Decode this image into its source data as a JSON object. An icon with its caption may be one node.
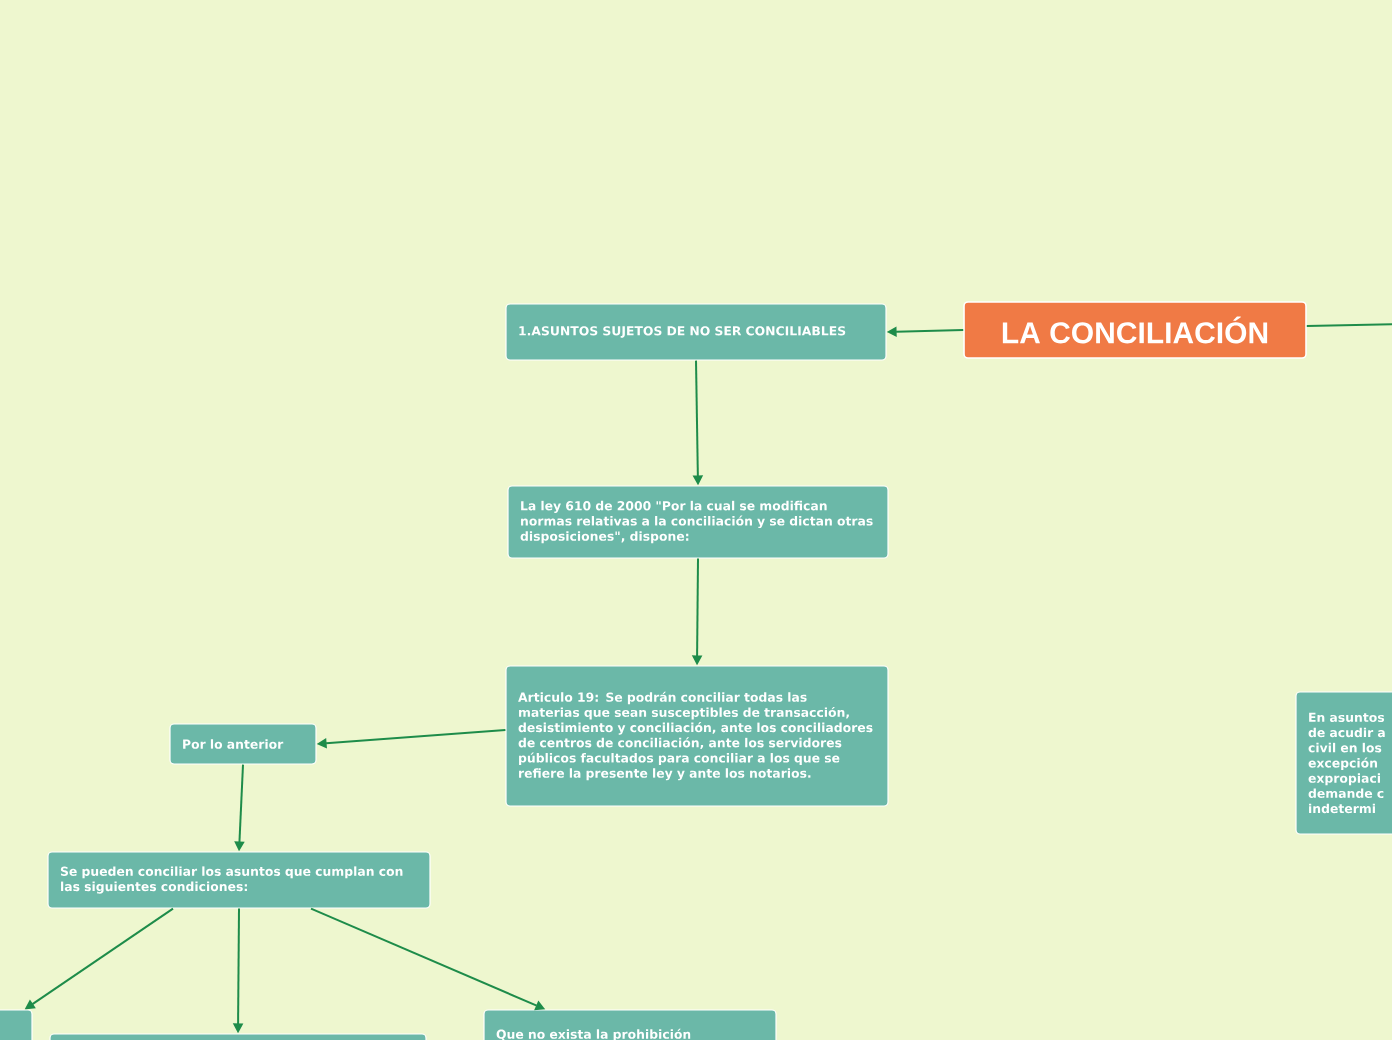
{
  "diagram": {
    "nodes": [
      {
        "text": [
          "LA CONCILIACIÓN"
        ]
      },
      {
        "text": [
          "1.ASUNTOS SUJETOS DE NO SER CONCILIABLES"
        ]
      },
      {
        "text": [
          "La ley 610 de 2000 \"Por la cual se modifican normas relativas a la conciliación y se dictan otras disposiciones\", dispone:"
        ]
      },
      {
        "text": [
          "Articulo 19: Se podrán conciliar todas las materias que sean susceptibles de transacción, desistimiento y conciliación, ante los conciliadores de centros de conciliación, ante los servidores públicos facultados para conciliar a los que se refiere la presente ley y ante los notarios."
        ]
      },
      {
        "text": [
          "Por lo anterior"
        ]
      },
      {
        "text": [
          "Se pueden conciliar los asuntos que cumplan con las siguientes condiciones:"
        ]
      },
      {
        "text": [],
        "shape": "box"
      },
      {
        "text": [],
        "shape": "box"
      },
      {
        "text": [
          "Que no exista la prohibición"
        ]
      },
      {
        "text": [
          "En asuntos de acudir a civil en los excepción expropiaci demande c indetermi"
        ]
      }
    ],
    "edges": [
      {
        "from": 0,
        "to": 1,
        "arrow": "to"
      },
      {
        "from": 1,
        "to": 2,
        "arrow": "to"
      },
      {
        "from": 2,
        "to": 3,
        "arrow": "to"
      },
      {
        "from": 3,
        "to": 4,
        "arrow": "to"
      },
      {
        "from": 4,
        "to": 5,
        "arrow": "to"
      },
      {
        "from": 5,
        "to": 7,
        "arrow": "to"
      },
      {
        "from": 5,
        "to": 8,
        "arrow": "to"
      },
      {
        "from": 5,
        "to": 6,
        "arrow": "to"
      },
      {
        "from": 0,
        "to": null,
        "arrow": "none"
      }
    ]
  }
}
